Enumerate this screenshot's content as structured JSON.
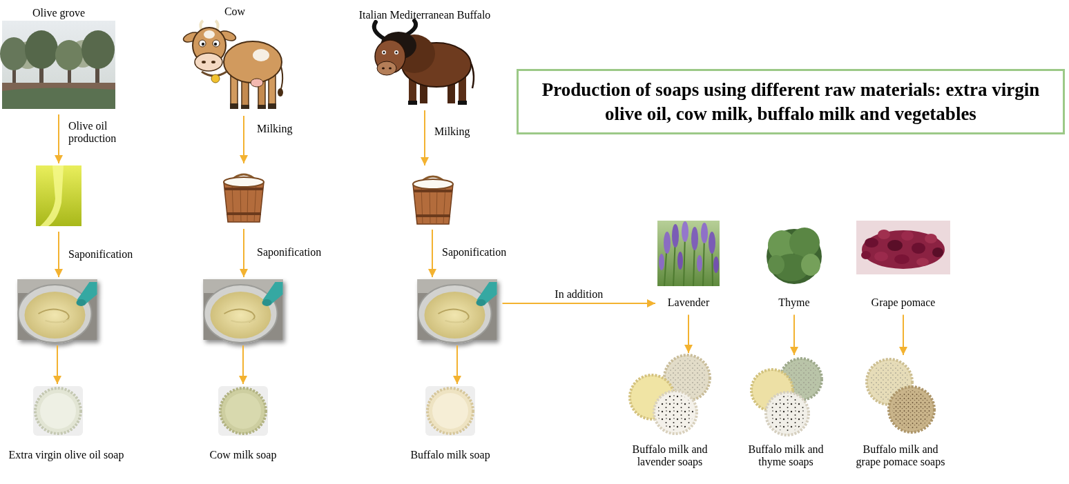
{
  "diagram": {
    "title": "Production of soaps using different raw materials: extra virgin olive oil, cow milk, buffalo milk and vegetables",
    "nodes": [
      {
        "text": [
          "Olive grove"
        ]
      },
      {
        "text": [
          "Cow"
        ]
      },
      {
        "text": [
          "Italian Mediterranean Buffalo"
        ]
      },
      {
        "text": []
      },
      {
        "text": []
      },
      {
        "text": []
      },
      {
        "text": []
      },
      {
        "text": []
      },
      {
        "text": []
      },
      {
        "text": [
          "Extra virgin olive oil soap"
        ]
      },
      {
        "text": [
          "Cow milk soap"
        ]
      },
      {
        "text": [
          "Buffalo milk soap"
        ]
      },
      {
        "text": [
          "Lavender"
        ]
      },
      {
        "text": [
          "Thyme"
        ]
      },
      {
        "text": [
          "Grape pomace"
        ]
      },
      {
        "text": [
          "Buffalo milk and lavender soaps"
        ]
      },
      {
        "text": [
          "Buffalo milk and thyme soaps"
        ]
      },
      {
        "text": [
          "Buffalo milk and grape pomace soaps"
        ]
      }
    ],
    "edges": [
      {
        "from": 0,
        "to": 3,
        "label": "Olive oil production",
        "arrow": "to"
      },
      {
        "from": 3,
        "to": 6,
        "label": "Saponification",
        "arrow": "to"
      },
      {
        "from": 6,
        "to": 9,
        "arrow": "to"
      },
      {
        "from": 1,
        "to": 4,
        "label": "Milking",
        "arrow": "to"
      },
      {
        "from": 4,
        "to": 7,
        "label": "Saponification",
        "arrow": "to"
      },
      {
        "from": 7,
        "to": 10,
        "arrow": "to"
      },
      {
        "from": 2,
        "to": 5,
        "label": "Milking",
        "arrow": "to"
      },
      {
        "from": 5,
        "to": 8,
        "label": "Saponification",
        "arrow": "to"
      },
      {
        "from": 8,
        "to": 11,
        "arrow": "to"
      },
      {
        "from": 8,
        "to": 12,
        "label": "In addition",
        "arrow": "to"
      },
      {
        "from": 12,
        "to": 15,
        "arrow": "to"
      },
      {
        "from": 13,
        "to": 16,
        "arrow": "to"
      },
      {
        "from": 14,
        "to": 17,
        "arrow": "to"
      }
    ]
  }
}
